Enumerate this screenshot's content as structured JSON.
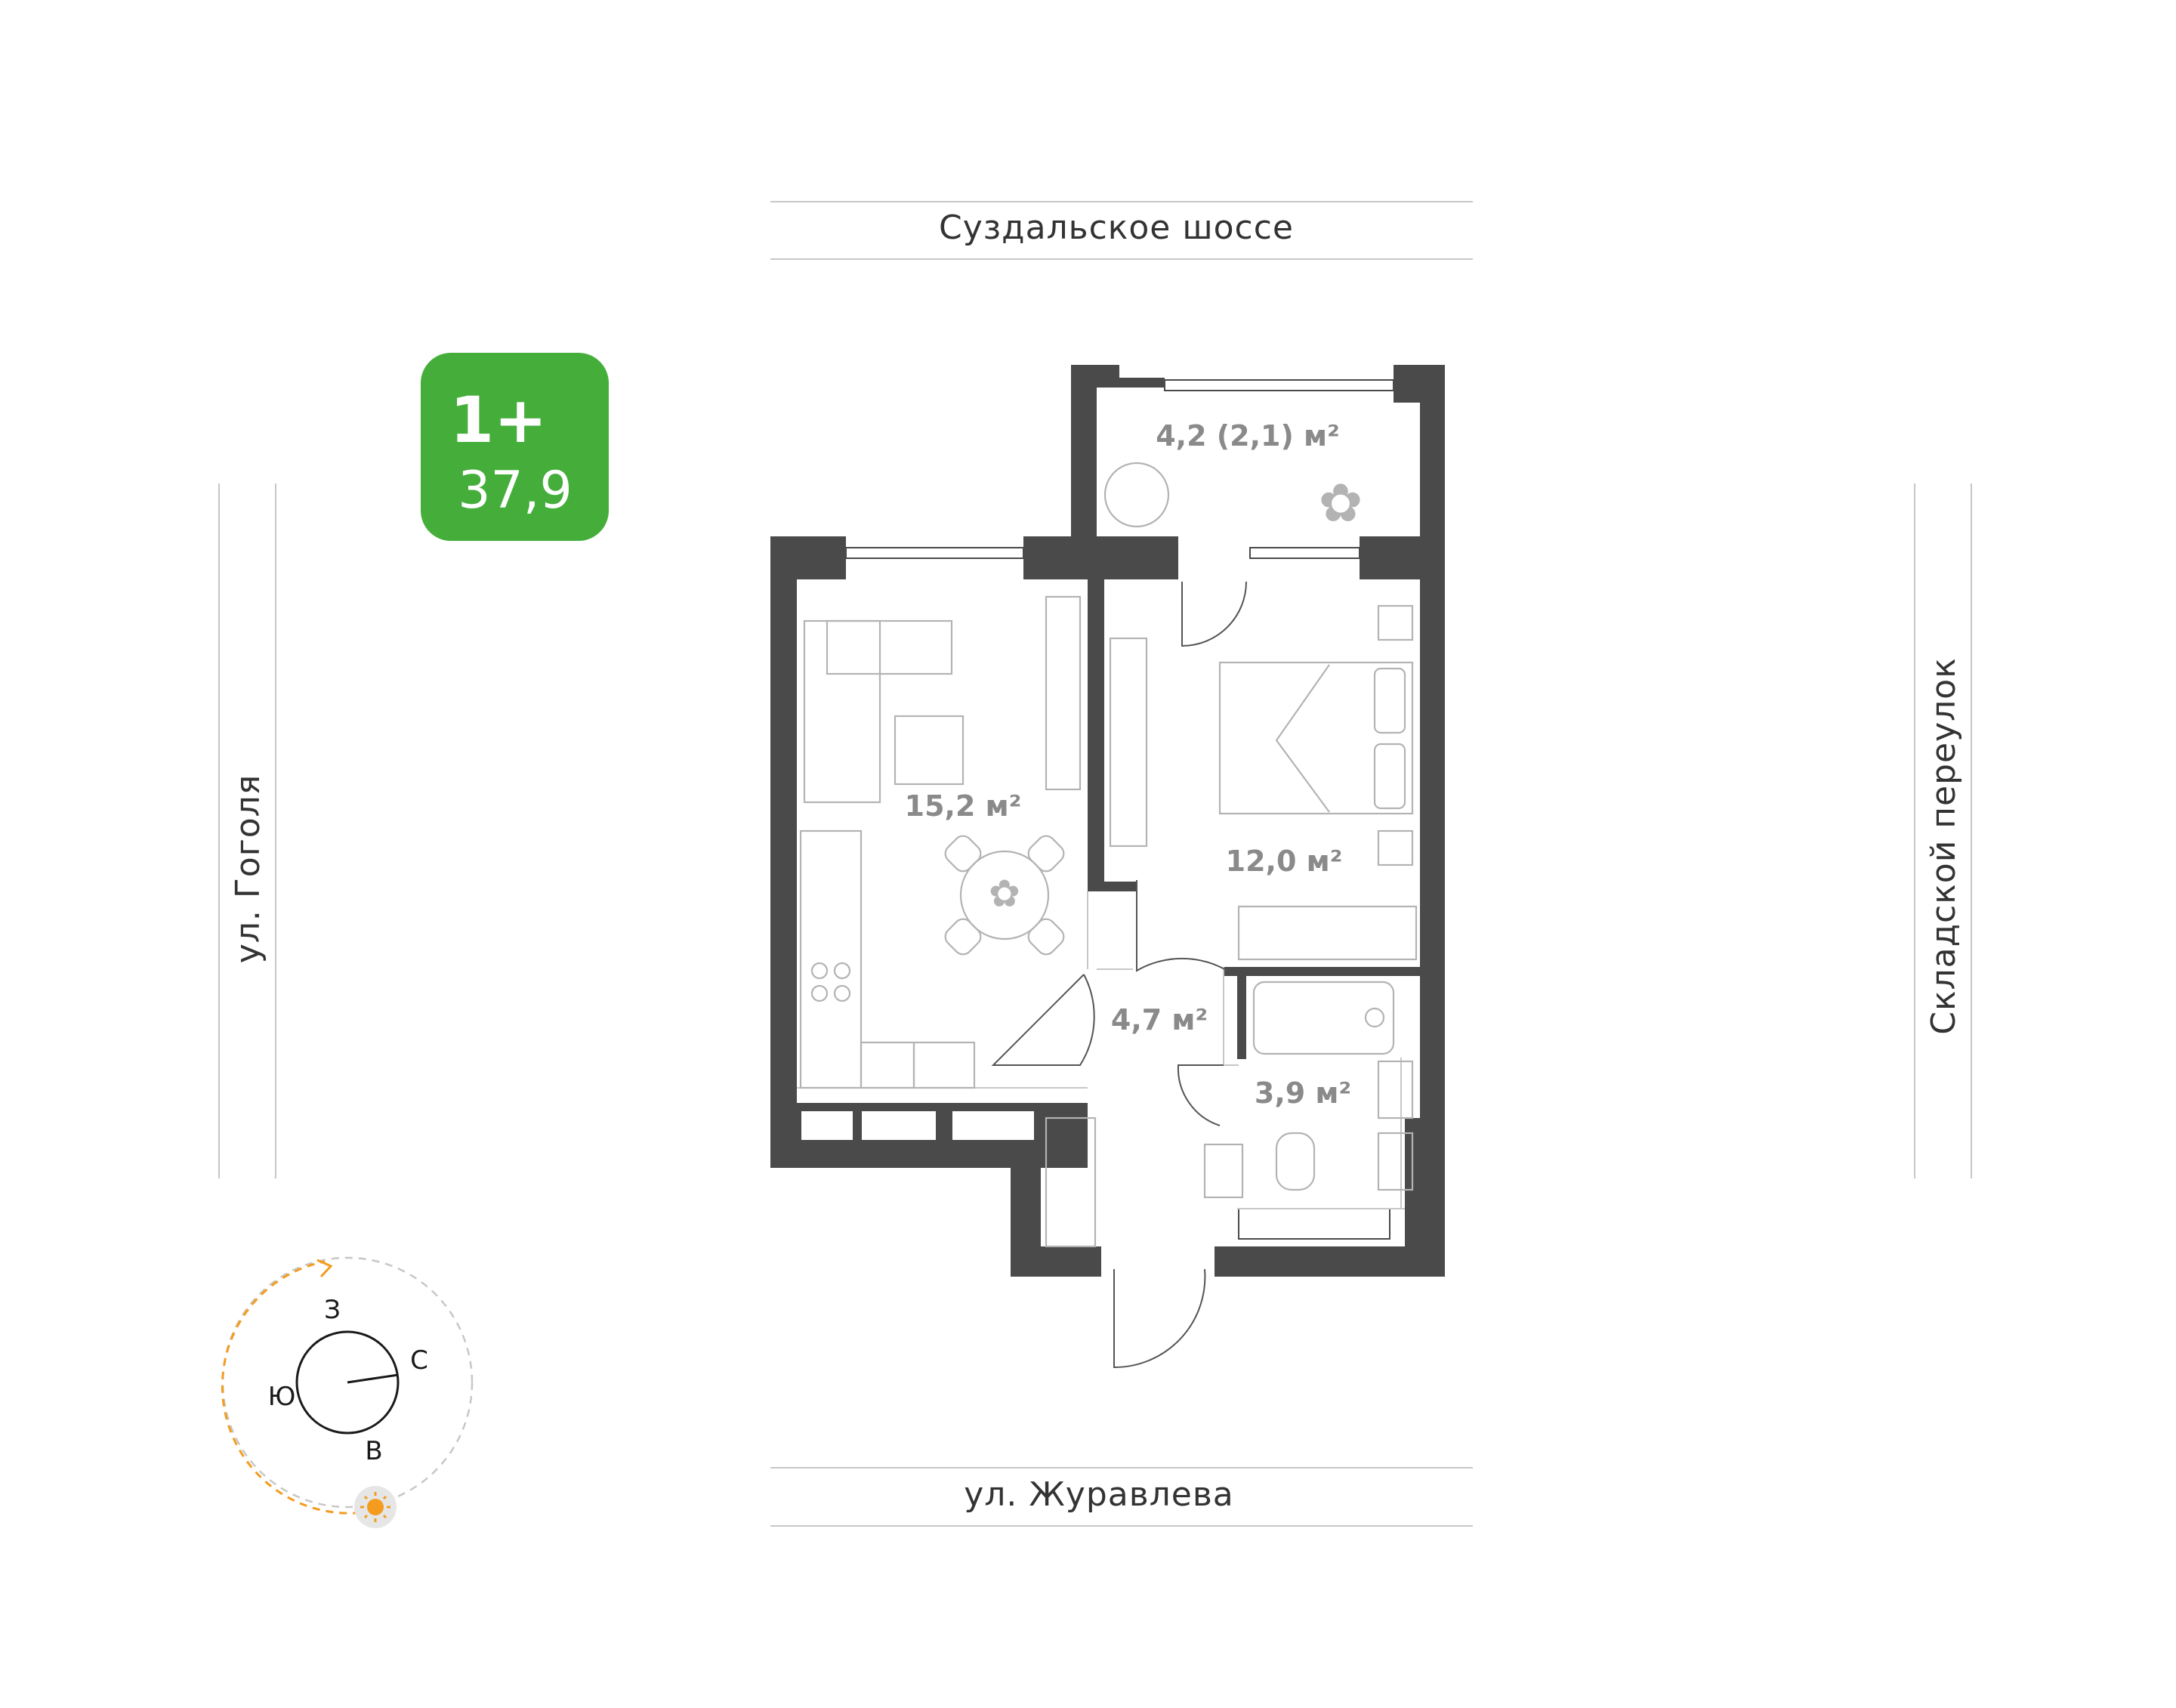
{
  "badge": {
    "rooms": "1+",
    "total_area": "37,9",
    "color": "#45ae3b"
  },
  "streets": {
    "north": "Суздальское шоссе",
    "south": "ул. Журавлева",
    "west": "ул. Гоголя",
    "east": "Складской переулок"
  },
  "rooms": {
    "balcony": "4,2 (2,1) м²",
    "living_kitchen": "15,2 м²",
    "bedroom": "12,0 м²",
    "hallway": "4,7 м²",
    "bathroom": "3,9 м²"
  },
  "compass": {
    "west": "З",
    "north": "С",
    "south": "Ю",
    "east": "В",
    "sun_icon": "sun-icon",
    "sun_path_color": "#f39c1f"
  },
  "colors": {
    "wall": "#4a4a4b",
    "text": "#333333",
    "area_label": "#8a8a8a"
  }
}
